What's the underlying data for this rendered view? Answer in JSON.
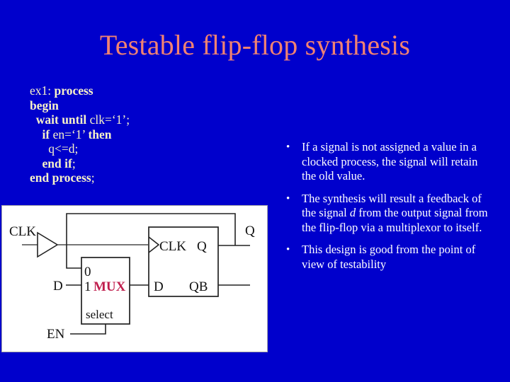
{
  "slide": {
    "background_color": "#0000cc",
    "title": "Testable flip-flop synthesis",
    "title_color": "#f08272"
  },
  "code_block": {
    "text_color": "#f7f2c8",
    "lines": [
      {
        "indent": 0,
        "parts": [
          {
            "t": "ex1: ",
            "b": false
          },
          {
            "t": "process",
            "b": true
          }
        ]
      },
      {
        "indent": 0,
        "parts": [
          {
            "t": "begin",
            "b": true
          }
        ]
      },
      {
        "indent": 1,
        "parts": [
          {
            "t": "wait until ",
            "b": true
          },
          {
            "t": "clk=‘1’;",
            "b": false
          }
        ]
      },
      {
        "indent": 2,
        "parts": [
          {
            "t": "if ",
            "b": true
          },
          {
            "t": "en=‘1’ ",
            "b": false
          },
          {
            "t": "then",
            "b": true
          }
        ]
      },
      {
        "indent": 3,
        "parts": [
          {
            "t": "q<=d;",
            "b": false
          }
        ]
      },
      {
        "indent": 2,
        "parts": [
          {
            "t": "end if",
            "b": true
          },
          {
            "t": ";",
            "b": false
          }
        ]
      },
      {
        "indent": 0,
        "parts": [
          {
            "t": "end process",
            "b": true
          },
          {
            "t": ";",
            "b": false
          }
        ]
      }
    ]
  },
  "bullets": {
    "marker": "•",
    "text_color": "#ffffff",
    "items": [
      {
        "segments": [
          {
            "t": "If a signal is not assigned a value in a clocked process, the signal will retain the old value.",
            "i": false
          }
        ]
      },
      {
        "segments": [
          {
            "t": "The synthesis will result a feedback of the signal ",
            "i": false
          },
          {
            "t": "d",
            "i": true
          },
          {
            "t": " from the output signal from the flip-flop via a multiplexor to itself.",
            "i": false
          }
        ]
      },
      {
        "segments": [
          {
            "t": "This design is good from the point of view of testability",
            "i": false
          }
        ]
      }
    ]
  },
  "circuit": {
    "panel_background": "#ffffff",
    "wire_color": "#4a4a4a",
    "labels": {
      "clk_input": "CLK",
      "d_input": "D",
      "en_input": "EN",
      "q_output": "Q",
      "mux_zero": "0",
      "mux_one": "1",
      "mux_name": "MUX",
      "mux_select": "select",
      "ff_clk": "CLK",
      "ff_d": "D",
      "ff_q": "Q",
      "ff_qb": "QB"
    },
    "mux_color": "#c01f4e"
  }
}
